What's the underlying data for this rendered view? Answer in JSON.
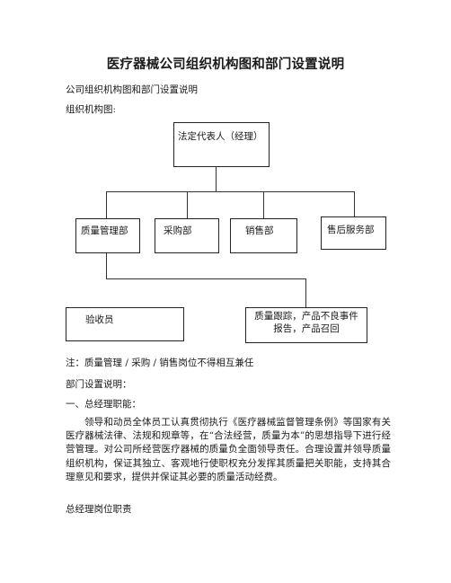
{
  "document": {
    "title": "医疗器械公司组织机构图和部门设置说明",
    "subtitle": "公司组织机构图和部门设置说明",
    "org_chart_label": "组织机构图:"
  },
  "org_chart": {
    "top": "法定代表人（经理）",
    "departments": [
      "质量管理部",
      "采购部",
      "销售部",
      "售后服务部"
    ],
    "sub_units": [
      "验收员",
      "质量跟踪，产品不良事件报告，产品召回"
    ]
  },
  "notes": {
    "note": "注：质量管理 / 采购 / 销售岗位不得相互兼任",
    "dept_heading": "部门设置说明：",
    "section1_heading": "一、总经理职能：",
    "section1_body": "领导和动员全体员工认真贯彻执行《医疗器械监督管理条例》等国家有关医疗器械法律、法规和规章等，在“合法经营，质量为本”的思想指导下进行经营管理。对公司所经营医疗器械的质量负全面领导责任。合理设置并领导质量组织机构，保证其独立、客观地行使职权充分发挥其质量把关职能，支持其合理意见和要求，提供并保证其必要的质量活动经费。",
    "section2_heading": "总经理岗位职责"
  }
}
